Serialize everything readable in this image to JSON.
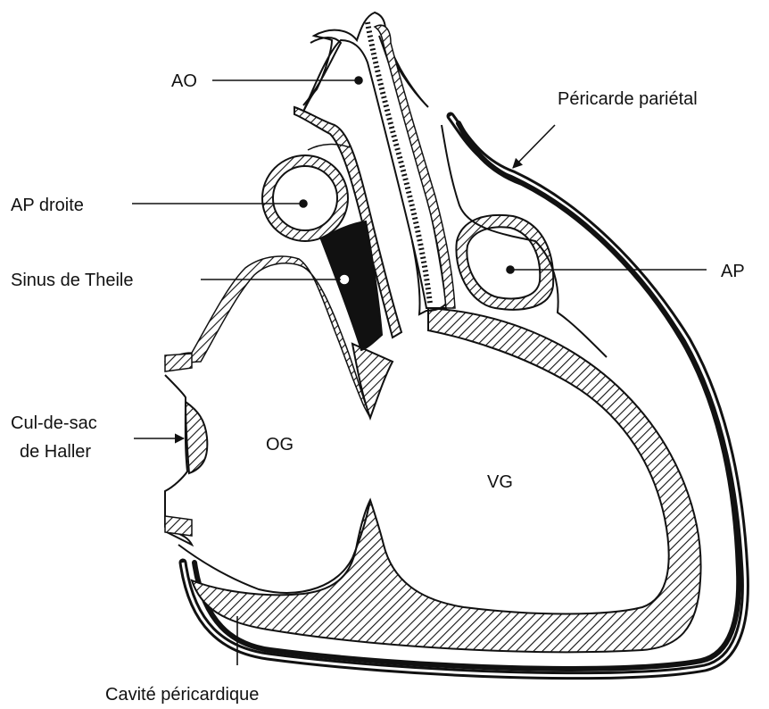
{
  "labels": {
    "ao": "AO",
    "pericarde_parietal": "Péricarde pariétal",
    "ap_droite": "AP droite",
    "sinus_de_theile": "Sinus de Theile",
    "ap": "AP",
    "cul_de_sac_line1": "Cul-de-sac",
    "cul_de_sac_line2": "de Haller",
    "og": "OG",
    "vg": "VG",
    "cavite_pericardique": "Cavité péricardique"
  },
  "colors": {
    "ink": "#111111",
    "background": "#ffffff"
  }
}
